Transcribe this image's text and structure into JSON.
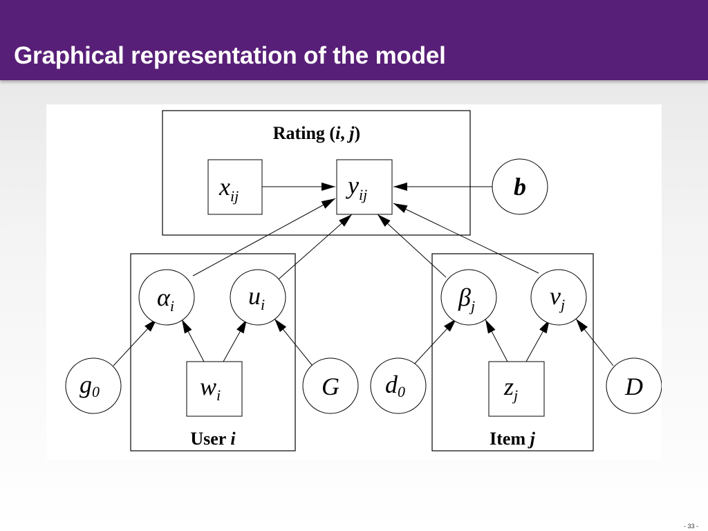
{
  "slide": {
    "title": "Graphical representation of the model",
    "page_number": "- 33 -",
    "accent_color": "#581f78"
  },
  "diagram": {
    "plates": [
      {
        "id": "rating",
        "label_prefix": "Rating (",
        "label_i": "i",
        "label_sep": ", ",
        "label_j": "j",
        "label_suffix": ")"
      },
      {
        "id": "user",
        "label_prefix": "User ",
        "label_var": "i"
      },
      {
        "id": "item",
        "label_prefix": "Item ",
        "label_var": "j"
      }
    ],
    "nodes": {
      "x_ij": {
        "shape": "square",
        "main": "x",
        "sub": "ij"
      },
      "y_ij": {
        "shape": "square",
        "main": "y",
        "sub": "ij"
      },
      "b": {
        "shape": "circle",
        "main": "b"
      },
      "alpha_i": {
        "shape": "circle",
        "main": "α",
        "sub": "i"
      },
      "u_i": {
        "shape": "circle",
        "main": "u",
        "sub": "i"
      },
      "beta_j": {
        "shape": "circle",
        "main": "β",
        "sub": "j"
      },
      "v_j": {
        "shape": "circle",
        "main": "v",
        "sub": "j"
      },
      "g_0": {
        "shape": "circle",
        "main": "g",
        "sub": "0"
      },
      "w_i": {
        "shape": "square",
        "main": "w",
        "sub": "i"
      },
      "G": {
        "shape": "circle",
        "main": "G"
      },
      "d_0": {
        "shape": "circle",
        "main": "d",
        "sub": "0"
      },
      "z_j": {
        "shape": "square",
        "main": "z",
        "sub": "j"
      },
      "D": {
        "shape": "circle",
        "main": "D"
      }
    },
    "edges": [
      {
        "from": "x_ij",
        "to": "y_ij"
      },
      {
        "from": "b",
        "to": "y_ij"
      },
      {
        "from": "alpha_i",
        "to": "y_ij"
      },
      {
        "from": "u_i",
        "to": "y_ij"
      },
      {
        "from": "beta_j",
        "to": "y_ij"
      },
      {
        "from": "v_j",
        "to": "y_ij"
      },
      {
        "from": "g_0",
        "to": "alpha_i"
      },
      {
        "from": "w_i",
        "to": "alpha_i"
      },
      {
        "from": "w_i",
        "to": "u_i"
      },
      {
        "from": "G",
        "to": "u_i"
      },
      {
        "from": "d_0",
        "to": "beta_j"
      },
      {
        "from": "z_j",
        "to": "beta_j"
      },
      {
        "from": "z_j",
        "to": "v_j"
      },
      {
        "from": "D",
        "to": "v_j"
      }
    ]
  }
}
